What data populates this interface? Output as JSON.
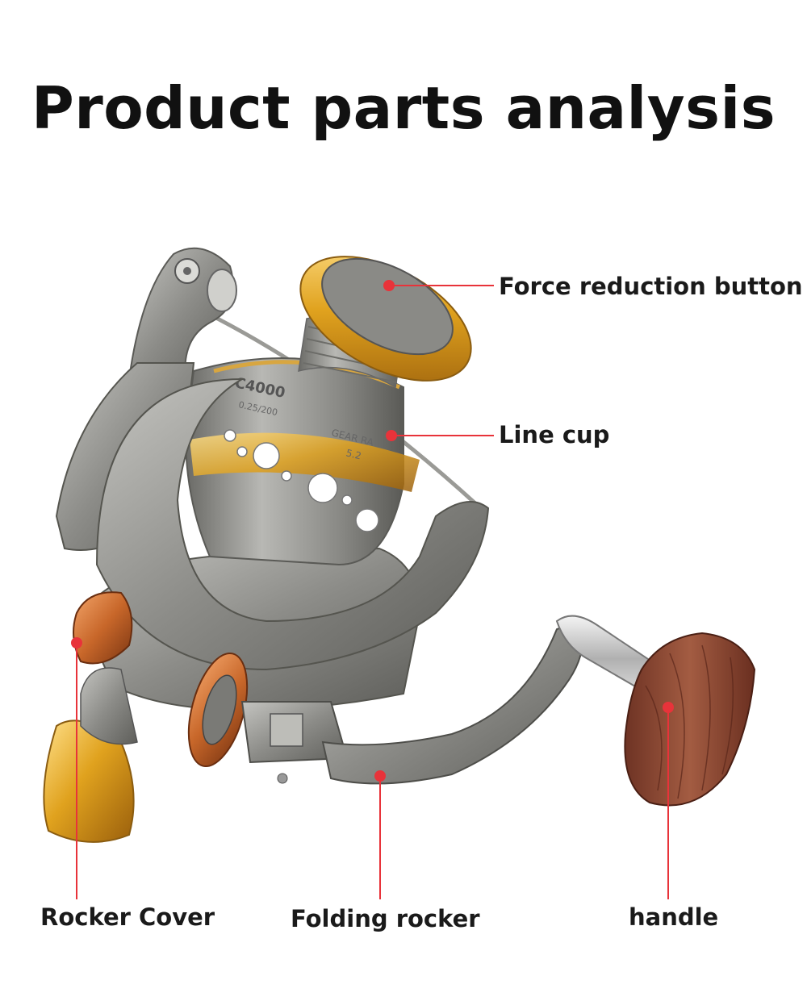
{
  "page": {
    "title": "Product parts analysis"
  },
  "image": {
    "reel_model_text": "C4000",
    "spool_spec_text": "0.25/200",
    "gear_text": "GEAR RA",
    "gear_value": "5.2"
  },
  "callouts": [
    {
      "id": "force_reduction_button",
      "label": "Force reduction button"
    },
    {
      "id": "line_cup",
      "label": "Line cup"
    },
    {
      "id": "rocker_cover",
      "label": "Rocker Cover"
    },
    {
      "id": "folding_rocker",
      "label": "Folding rocker"
    },
    {
      "id": "handle",
      "label": "handle"
    }
  ],
  "colors": {
    "background": "#ffffff",
    "title_text": "#111111",
    "callout_line": "#e8333a",
    "callout_dot": "#e8333a",
    "metal_gray": "#8a8a86",
    "gold_trim": "#e0a21e",
    "wood_knob": "#8c4a34"
  }
}
